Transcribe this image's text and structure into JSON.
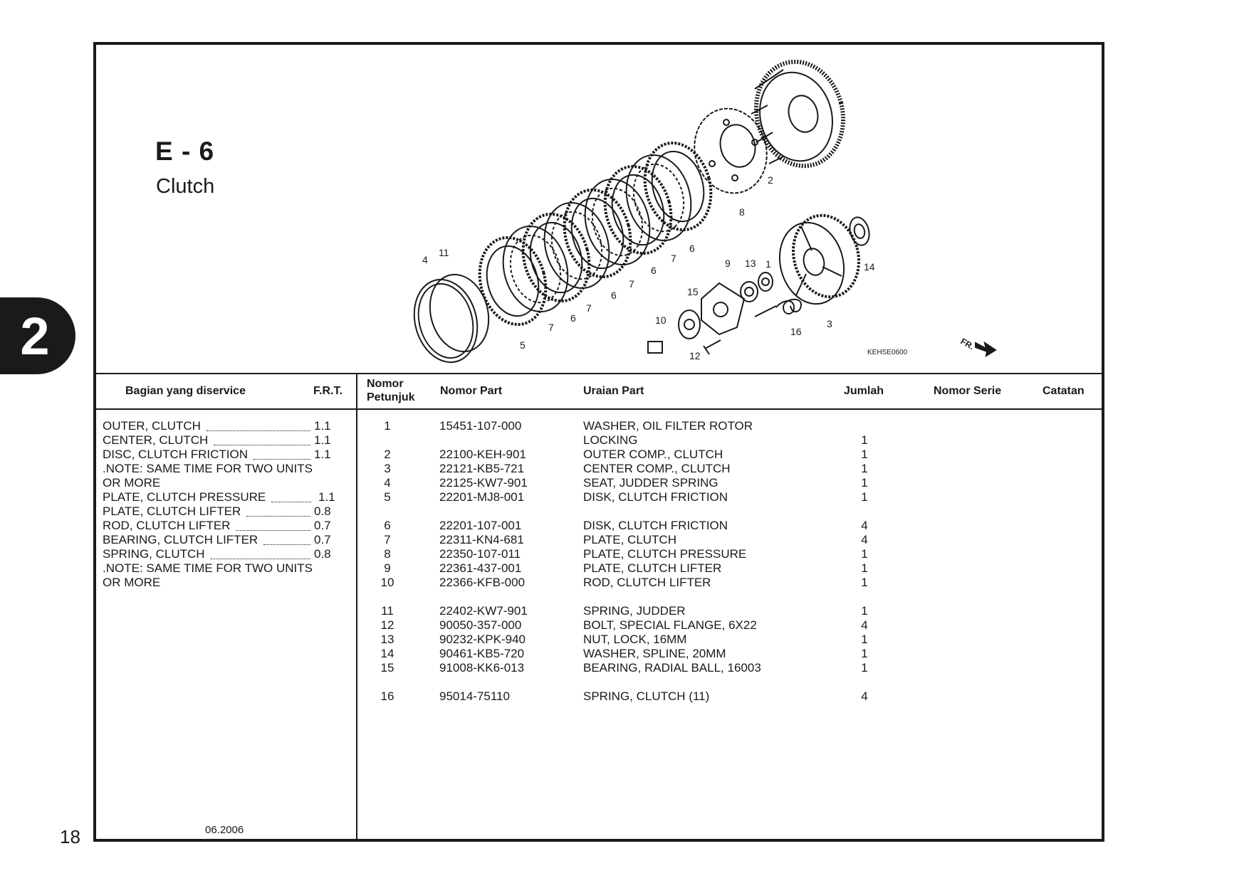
{
  "section": {
    "code": "E - 6",
    "title": "Clutch"
  },
  "chapter_tab": "2",
  "page_number": "18",
  "diagram": {
    "image_code": "KEHSE0600",
    "direction_label": "FR.",
    "callouts": [
      "1",
      "2",
      "3",
      "4",
      "5",
      "6",
      "6",
      "6",
      "6",
      "7",
      "7",
      "7",
      "7",
      "8",
      "9",
      "10",
      "11",
      "12",
      "13",
      "14",
      "15",
      "16"
    ]
  },
  "headers": {
    "service_part": "Bagian yang diservice",
    "frt": "F.R.T.",
    "ref_no_line1": "Nomor",
    "ref_no_line2": "Petunjuk",
    "part_no": "Nomor Part",
    "description": "Uraian Part",
    "qty": "Jumlah",
    "serial": "Nomor Serie",
    "notes": "Catatan"
  },
  "service_items": [
    {
      "name": "OUTER, CLUTCH",
      "frt": "1.1"
    },
    {
      "name": "CENTER, CLUTCH",
      "frt": "1.1"
    },
    {
      "name": "DISC, CLUTCH FRICTION",
      "frt": "1.1"
    },
    {
      "name": ".NOTE: SAME TIME FOR TWO UNITS",
      "frt": ""
    },
    {
      "name": "OR MORE",
      "frt": ""
    },
    {
      "name": "PLATE, CLUTCH PRESSURE",
      "frt": "1.1"
    },
    {
      "name": "PLATE, CLUTCH LIFTER",
      "frt": "0.8"
    },
    {
      "name": "ROD, CLUTCH LIFTER",
      "frt": "0.7"
    },
    {
      "name": "BEARING, CLUTCH LIFTER",
      "frt": "0.7"
    },
    {
      "name": "SPRING, CLUTCH",
      "frt": "0.8"
    },
    {
      "name": ".NOTE: SAME TIME FOR TWO UNITS",
      "frt": ""
    },
    {
      "name": "OR MORE",
      "frt": ""
    }
  ],
  "date": "06.2006",
  "parts": [
    {
      "ref": "1",
      "part": "15451-107-000",
      "desc": "WASHER, OIL FILTER ROTOR",
      "qty": ""
    },
    {
      "ref": "",
      "part": "",
      "desc": "LOCKING",
      "qty": "1"
    },
    {
      "ref": "2",
      "part": "22100-KEH-901",
      "desc": "OUTER COMP., CLUTCH",
      "qty": "1"
    },
    {
      "ref": "3",
      "part": "22121-KB5-721",
      "desc": "CENTER COMP., CLUTCH",
      "qty": "1"
    },
    {
      "ref": "4",
      "part": "22125-KW7-901",
      "desc": "SEAT, JUDDER SPRING",
      "qty": "1"
    },
    {
      "ref": "5",
      "part": "22201-MJ8-001",
      "desc": "DISK, CLUTCH FRICTION",
      "qty": "1"
    },
    {
      "ref": "6",
      "part": "22201-107-001",
      "desc": "DISK, CLUTCH FRICTION",
      "qty": "4"
    },
    {
      "ref": "7",
      "part": "22311-KN4-681",
      "desc": "PLATE, CLUTCH",
      "qty": "4"
    },
    {
      "ref": "8",
      "part": "22350-107-011",
      "desc": "PLATE, CLUTCH PRESSURE",
      "qty": "1"
    },
    {
      "ref": "9",
      "part": "22361-437-001",
      "desc": "PLATE, CLUTCH LIFTER",
      "qty": "1"
    },
    {
      "ref": "10",
      "part": "22366-KFB-000",
      "desc": "ROD, CLUTCH LIFTER",
      "qty": "1"
    },
    {
      "ref": "11",
      "part": "22402-KW7-901",
      "desc": "SPRING, JUDDER",
      "qty": "1"
    },
    {
      "ref": "12",
      "part": "90050-357-000",
      "desc": "BOLT, SPECIAL FLANGE, 6X22",
      "qty": "4"
    },
    {
      "ref": "13",
      "part": "90232-KPK-940",
      "desc": "NUT, LOCK, 16MM",
      "qty": "1"
    },
    {
      "ref": "14",
      "part": "90461-KB5-720",
      "desc": "WASHER, SPLINE, 20MM",
      "qty": "1"
    },
    {
      "ref": "15",
      "part": "91008-KK6-013",
      "desc": "BEARING, RADIAL BALL, 16003",
      "qty": "1"
    },
    {
      "ref": "16",
      "part": "95014-75110",
      "desc": "SPRING, CLUTCH (11)",
      "qty": "4"
    }
  ]
}
